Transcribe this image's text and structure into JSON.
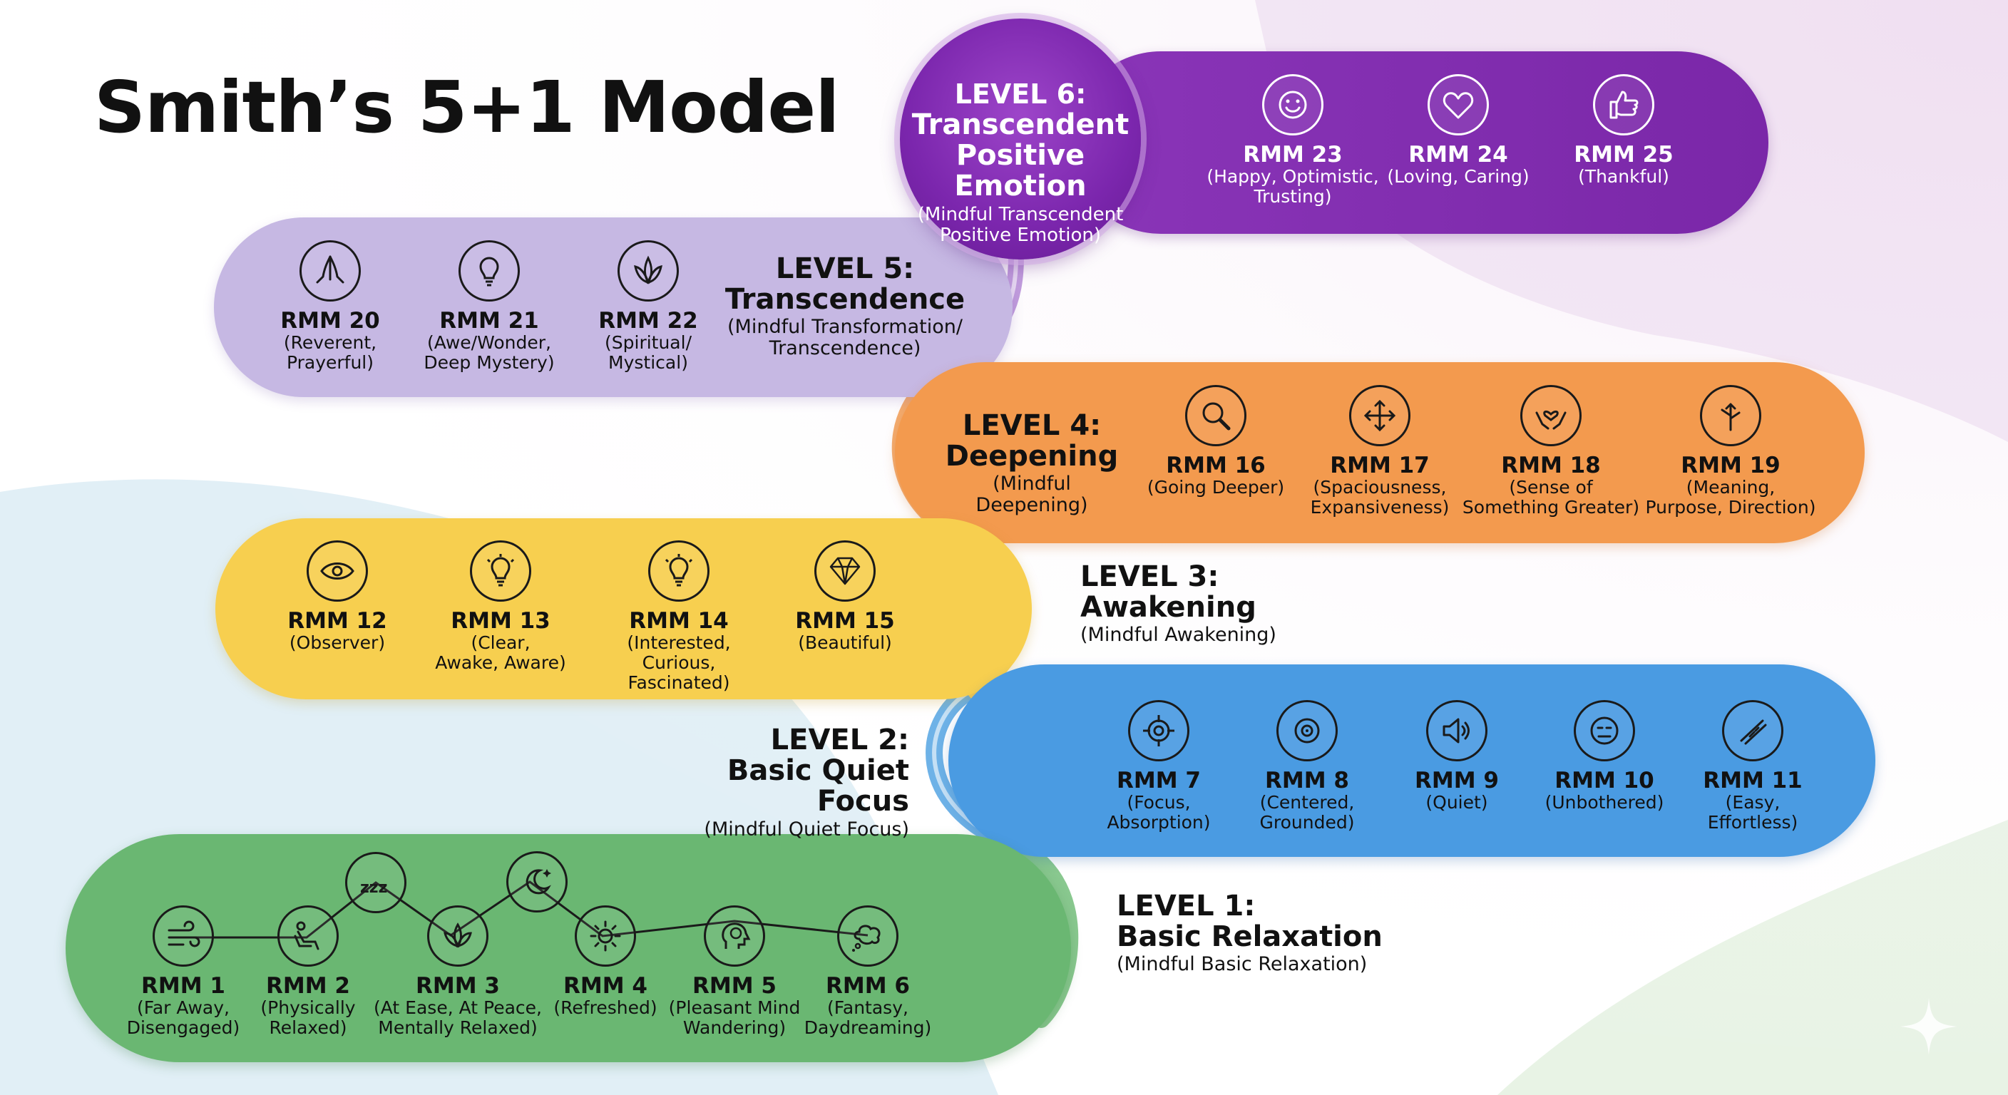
{
  "title": "Smith’s 5+1 Model",
  "colors": {
    "level6": "#7b26ad",
    "level5": "#c4b5e2",
    "level4": "#f39a4e",
    "level3": "#f7cf4f",
    "level2": "#4a9be2",
    "level1": "#6ab772"
  },
  "levels": {
    "l6": {
      "name": "LEVEL 6:",
      "title": "Transcendent\nPositive Emotion",
      "subtitle": "(Mindful Transcendent\nPositive Emotion)"
    },
    "l5": {
      "name": "LEVEL 5:",
      "title": "Transcendence",
      "subtitle": "(Mindful Transformation/\nTranscendence)"
    },
    "l4": {
      "name": "LEVEL 4:",
      "title": "Deepening",
      "subtitle": "(Mindful Deepening)"
    },
    "l3": {
      "name": "LEVEL 3:",
      "title": "Awakening",
      "subtitle": "(Mindful Awakening)"
    },
    "l2": {
      "name": "LEVEL 2:",
      "title": "Basic Quiet Focus",
      "subtitle": "(Mindful Quiet Focus)"
    },
    "l1": {
      "name": "LEVEL 1:",
      "title": "Basic Relaxation",
      "subtitle": "(Mindful Basic Relaxation)"
    }
  },
  "items": [
    {
      "label": "RMM 1",
      "desc": "(Far Away,\nDisengaged)",
      "icon": "wind-icon"
    },
    {
      "label": "RMM 2",
      "desc": "(Physically\nRelaxed)",
      "icon": "reclining-person-icon"
    },
    {
      "label": "RMM 3",
      "desc": "(At Ease, At Peace,\nMentally Relaxed)",
      "icon": "lotus-icon"
    },
    {
      "label": "RMM 4",
      "desc": "(Refreshed)",
      "icon": "sun-icon"
    },
    {
      "label": "RMM 5",
      "desc": "(Pleasant Mind\nWandering)",
      "icon": "head-brain-icon"
    },
    {
      "label": "RMM 6",
      "desc": "(Fantasy,\nDaydreaming)",
      "icon": "thought-cloud-icon"
    },
    {
      "label": "RMM 7",
      "desc": "(Focus,\nAbsorption)",
      "icon": "target-icon"
    },
    {
      "label": "RMM 8",
      "desc": "(Centered,\nGrounded)",
      "icon": "centered-target-icon"
    },
    {
      "label": "RMM 9",
      "desc": "(Quiet)",
      "icon": "speaker-icon"
    },
    {
      "label": "RMM 10",
      "desc": "(Unbothered)",
      "icon": "neutral-face-icon"
    },
    {
      "label": "RMM 11",
      "desc": "(Easy,\nEffortless)",
      "icon": "smooth-road-icon"
    },
    {
      "label": "RMM 12",
      "desc": "(Observer)",
      "icon": "eye-icon"
    },
    {
      "label": "RMM 13",
      "desc": "(Clear,\nAwake, Aware)",
      "icon": "lightbulb-icon"
    },
    {
      "label": "RMM 14",
      "desc": "(Interested,\nCurious, Fascinated)",
      "icon": "lightbulb-icon"
    },
    {
      "label": "RMM 15",
      "desc": "(Beautiful)",
      "icon": "diamond-icon"
    },
    {
      "label": "RMM 16",
      "desc": "(Going Deeper)",
      "icon": "magnifier-icon"
    },
    {
      "label": "RMM 17",
      "desc": "(Spaciousness,\nExpansiveness)",
      "icon": "expand-arrows-icon"
    },
    {
      "label": "RMM 18",
      "desc": "(Sense of\nSomething Greater)",
      "icon": "hands-heart-icon"
    },
    {
      "label": "RMM 19",
      "desc": "(Meaning,\nPurpose, Direction)",
      "icon": "signpost-icon"
    },
    {
      "label": "RMM 20",
      "desc": "(Reverent,\nPrayerful)",
      "icon": "praying-hands-icon"
    },
    {
      "label": "RMM 21",
      "desc": "(Awe/Wonder,\nDeep Mystery)",
      "icon": "lightbulb-icon"
    },
    {
      "label": "RMM 22",
      "desc": "(Spiritual/\nMystical)",
      "icon": "lotus-icon"
    },
    {
      "label": "RMM 23",
      "desc": "(Happy, Optimistic,\nTrusting)",
      "icon": "smile-icon"
    },
    {
      "label": "RMM 24",
      "desc": "(Loving, Caring)",
      "icon": "heart-icon"
    },
    {
      "label": "RMM 25",
      "desc": "(Thankful)",
      "icon": "thumbs-up-icon"
    }
  ],
  "connector_icons": [
    "sleep-zzz-icon",
    "moon-stars-icon"
  ],
  "connector_text": {
    "zzz": "zzz"
  }
}
